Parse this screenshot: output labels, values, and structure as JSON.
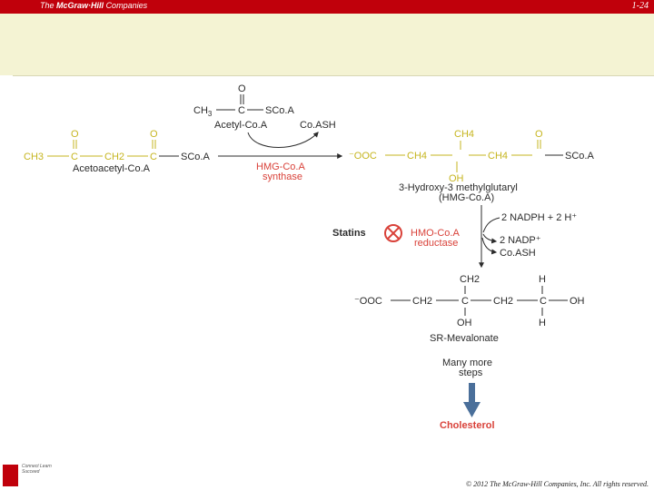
{
  "header": {
    "brand_the": "The",
    "brand_name": "McGraw·Hill",
    "brand_companies": "Companies",
    "slide_number": "1-24"
  },
  "footer": {
    "logo_text": "Connect Learn Succeed",
    "copyright": "© 2012 The McGraw-Hill Companies, Inc. All rights reserved."
  },
  "diagram": {
    "acetyl": {
      "o": "O",
      "ch3": "CH",
      "ch3_sub": "3",
      "c": "C",
      "scoa": "SCo.A",
      "name": "Acetyl-Co.A",
      "coash": "Co.ASH"
    },
    "acetoacetyl": {
      "o1": "O",
      "o2": "O",
      "ch3": "CH3",
      "c1": "C",
      "ch2": "CH2",
      "c2": "C",
      "scoa": "SCo.A",
      "name": "Acetoacetyl-Co.A"
    },
    "enzyme1": {
      "line1": "HMG-Co.A",
      "line2": "synthase"
    },
    "hmg": {
      "ooc": "⁻OOC",
      "ch4a": "CH4",
      "ch4top": "CH4",
      "ch4b": "CH4",
      "o": "O",
      "scoa": "SCo.A",
      "oh": "OH",
      "name1": "3-Hydroxy-3 methylglutaryl",
      "name2": "(HMG-Co.A)"
    },
    "reductase": {
      "statins": "Statins",
      "enzyme1": "HMO-Co.A",
      "enzyme2": "reductase",
      "in": "2 NADPH + 2 H⁺",
      "out1": "2 NADP⁺",
      "out2": "Co.ASH"
    },
    "mevalonate": {
      "ooc": "⁻OOC",
      "ch2a": "CH2",
      "c1": "C",
      "ch2b": "CH2",
      "c2": "C",
      "oh_right": "OH",
      "ch2top": "CH2",
      "h_top": "H",
      "oh_bottom": "OH",
      "h_bottom": "H",
      "name": "SR-Mevalonate"
    },
    "steps": {
      "line1": "Many more",
      "line2": "steps"
    },
    "product": "Cholesterol"
  },
  "colors": {
    "header_red": "#c0000b",
    "band": "#f4f3d3",
    "accent_red": "#d9423a",
    "yellow": "#c6b51f",
    "arrow_blue": "#4a6f9a"
  }
}
